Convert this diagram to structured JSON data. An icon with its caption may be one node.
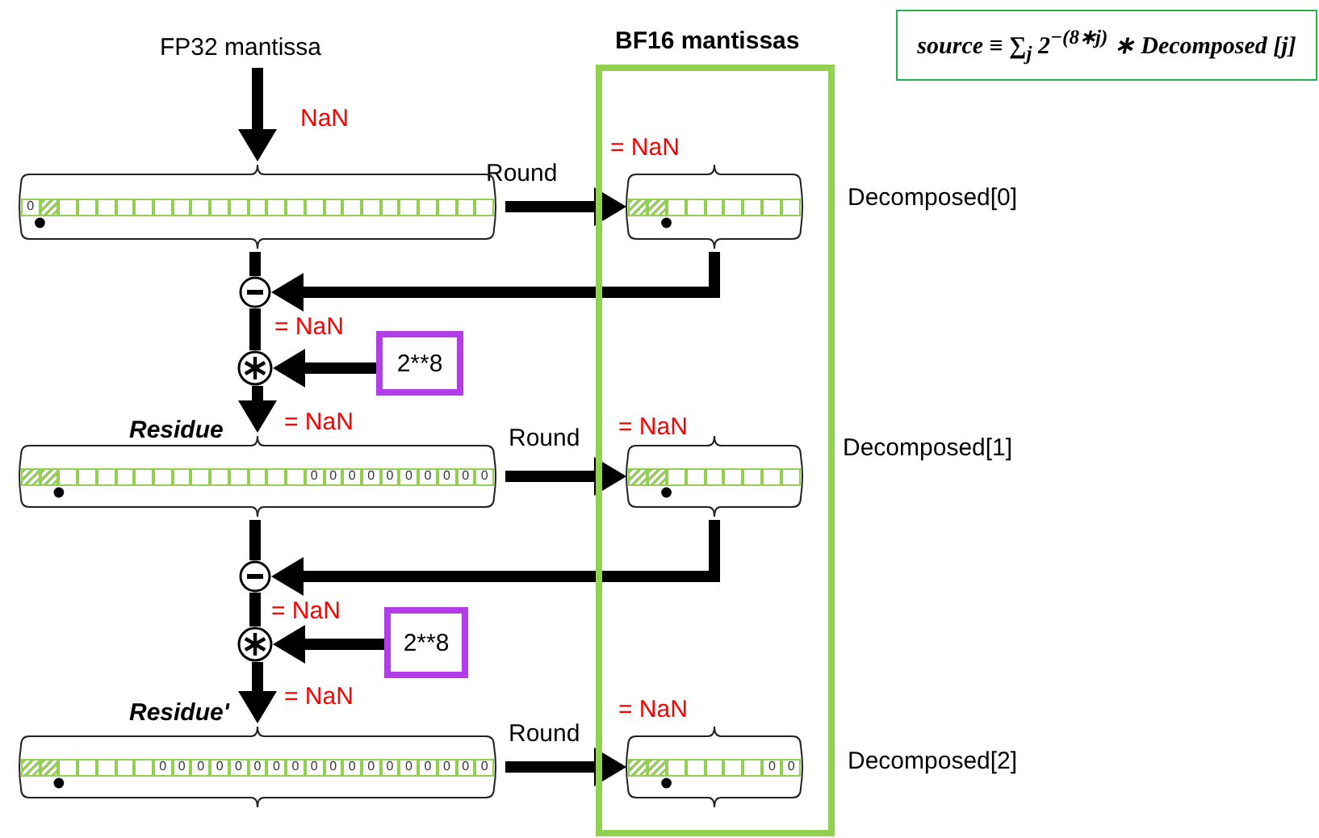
{
  "diagram": {
    "nodes": [
      {
        "text": [
          "FP32 mantissa"
        ]
      },
      {
        "text": [
          "0"
        ],
        "beside": [
          "NaN"
        ]
      },
      {
        "text": [
          "BF16 mantissas"
        ]
      },
      {
        "text": [],
        "shape": "box",
        "in": 2,
        "beside": [
          "= NaN",
          "Decomposed[0]"
        ]
      },
      {
        "text": [],
        "shape": "circle",
        "beside": [
          "= NaN"
        ]
      },
      {
        "text": [],
        "shape": "circle"
      },
      {
        "text": [
          "2**8"
        ]
      },
      {
        "text": [
          "0",
          "0",
          "0",
          "0",
          "0",
          "0",
          "0",
          "0",
          "0",
          "0"
        ],
        "beside": [
          "Residue"
        ]
      },
      {
        "text": [],
        "shape": "box",
        "in": 2,
        "beside": [
          "= NaN",
          "Decomposed[1]"
        ]
      },
      {
        "text": [],
        "shape": "circle",
        "beside": [
          "= NaN"
        ]
      },
      {
        "text": [],
        "shape": "circle"
      },
      {
        "text": [
          "2**8"
        ]
      },
      {
        "text": [
          "0",
          "0",
          "0",
          "0",
          "0",
          "0",
          "0",
          "0",
          "0",
          "0",
          "0",
          "0",
          "0",
          "0",
          "0",
          "0",
          "0",
          "0"
        ],
        "beside": [
          "Residue'"
        ]
      },
      {
        "text": [
          "0",
          "0"
        ],
        "in": 2,
        "beside": [
          "= NaN",
          "Decomposed[2]"
        ]
      },
      {
        "text": [
          "source ≡ ∑$_{j}$ 2$^{−(8∗j)}$ ∗ Decomposed [j]"
        ]
      }
    ],
    "edges": [
      {
        "from": 0,
        "to": 1,
        "arrow": "to"
      },
      {
        "from": 1,
        "to": 3,
        "arrow": "to",
        "label": "Round"
      },
      {
        "from": 1,
        "to": 4,
        "arrow": "none"
      },
      {
        "from": 3,
        "to": 4,
        "arrow": "to"
      },
      {
        "from": 4,
        "to": 5,
        "arrow": "none"
      },
      {
        "from": 6,
        "to": 5,
        "arrow": "to"
      },
      {
        "from": 5,
        "to": 7,
        "arrow": "to"
      },
      {
        "from": 7,
        "to": 8,
        "arrow": "to",
        "label": "Round"
      },
      {
        "from": 7,
        "to": 9,
        "arrow": "none"
      },
      {
        "from": 8,
        "to": 9,
        "arrow": "to"
      },
      {
        "from": 9,
        "to": 10,
        "arrow": "none"
      },
      {
        "from": 11,
        "to": 10,
        "arrow": "to"
      },
      {
        "from": 10,
        "to": 12,
        "arrow": "to"
      },
      {
        "from": 12,
        "to": 13,
        "arrow": "to",
        "label": "Round"
      }
    ],
    "labels": [
      "= NaN",
      "= NaN"
    ]
  }
}
